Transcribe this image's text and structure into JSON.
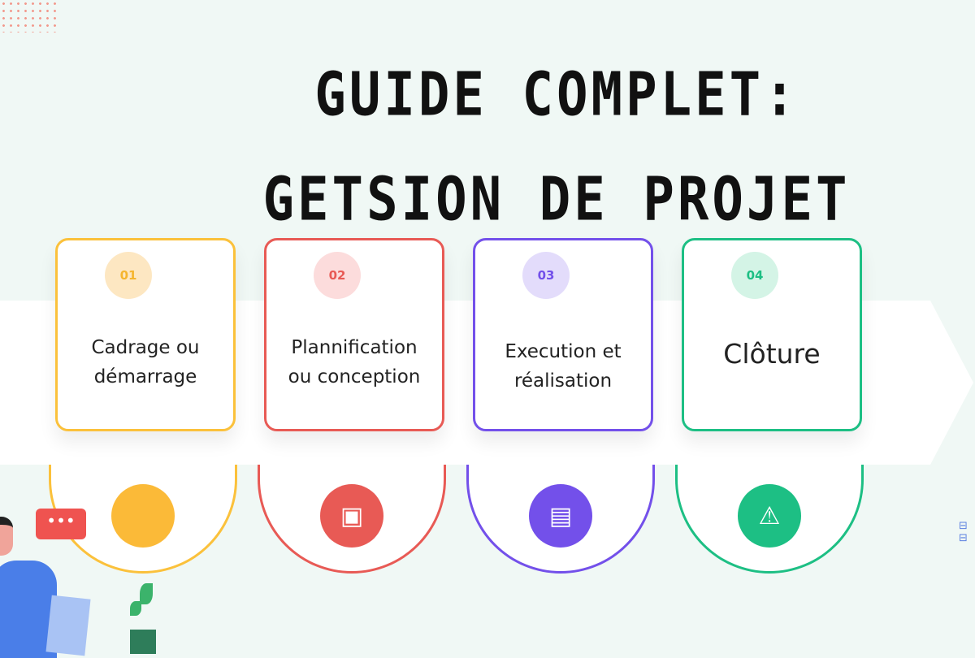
{
  "title": "GUIDE COMPLET: GETSION DE PROJET",
  "steps": [
    {
      "number": "01",
      "label": "Cadrage ou démarrage",
      "color": "#fbc13b",
      "badge_bg": "#fde7c2",
      "icon": "seal-blank-icon"
    },
    {
      "number": "02",
      "label": "Plannification ou conception",
      "color": "#e85a55",
      "badge_bg": "#fcdcdc",
      "icon": "podium-icon"
    },
    {
      "number": "03",
      "label": "Execution et réalisation",
      "color": "#7350ea",
      "badge_bg": "#e3dcfb",
      "icon": "document-eye-icon"
    },
    {
      "number": "04",
      "label": "Clôture",
      "color": "#1dbf84",
      "badge_bg": "#d4f4e6",
      "icon": "warning-stack-icon"
    }
  ],
  "chat_dots": "•••",
  "side_mark": "⊟ ⊟"
}
